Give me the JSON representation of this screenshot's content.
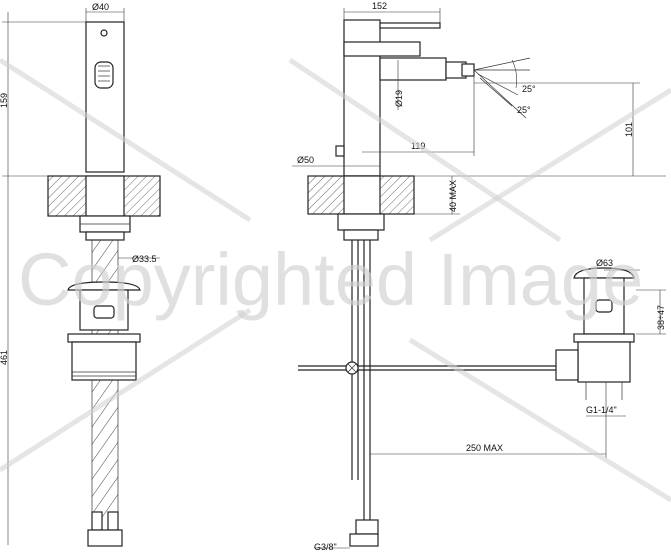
{
  "dimensions": {
    "front_diameter": "Ø40",
    "front_height": "159",
    "front_total": "461",
    "front_hose_diameter": "Ø33.5",
    "side_spout_length": "152",
    "side_spout_diameter": "Ø19",
    "side_spout_reach": "119",
    "side_base_diameter": "Ø50",
    "side_spray_angle_top": "25°",
    "side_spray_angle_bottom": "25°",
    "side_spout_height": "101",
    "side_deck_thickness": "40 MAX",
    "waste_plug_diameter": "Ø63",
    "waste_depth": "38÷47",
    "waste_thread": "G1-1/4\"",
    "hose_thread": "G3/8\"",
    "rod_length": "250 MAX"
  },
  "watermark": {
    "text": "Copyrighted Image"
  }
}
